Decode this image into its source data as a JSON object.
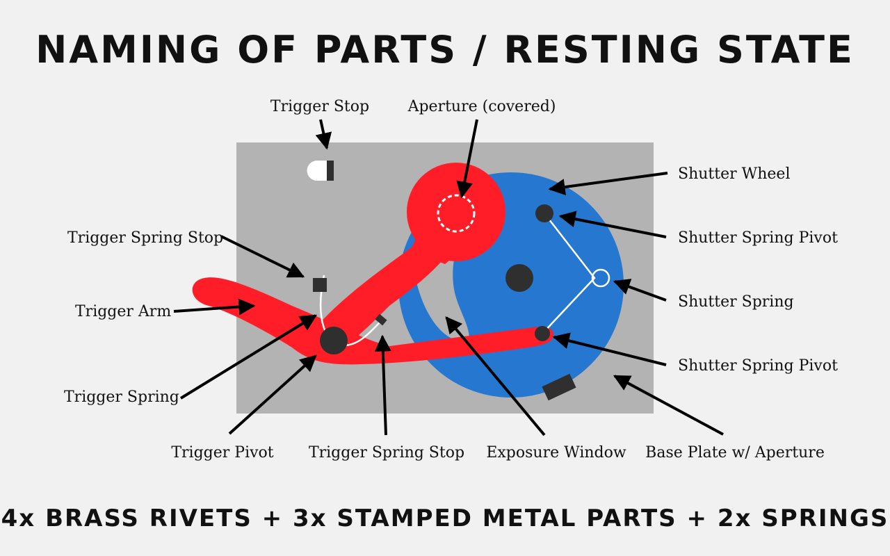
{
  "title": "NAMING OF PARTS / RESTING STATE",
  "footer": "4x BRASS RIVETS + 3x STAMPED METAL PARTS + 2x SPRINGS",
  "colors": {
    "base_plate": "#b3b3b3",
    "shutter_wheel": "#2577d0",
    "trigger": "#ff1e27",
    "rivet": "#2f2f2f",
    "background": "#f1f1f1"
  },
  "labels": {
    "trigger_stop": "Trigger Stop",
    "aperture_covered": "Aperture (covered)",
    "shutter_wheel": "Shutter Wheel",
    "trigger_spring_stop_left": "Trigger Spring Stop",
    "shutter_spring_pivot_top": "Shutter Spring Pivot",
    "trigger_arm": "Trigger Arm",
    "shutter_spring": "Shutter Spring",
    "trigger_spring": "Trigger Spring",
    "shutter_spring_pivot_bottom": "Shutter Spring Pivot",
    "trigger_pivot": "Trigger Pivot",
    "trigger_spring_stop_bottom": "Trigger Spring Stop",
    "exposure_window": "Exposure Window",
    "base_plate": "Base Plate w/ Aperture"
  }
}
